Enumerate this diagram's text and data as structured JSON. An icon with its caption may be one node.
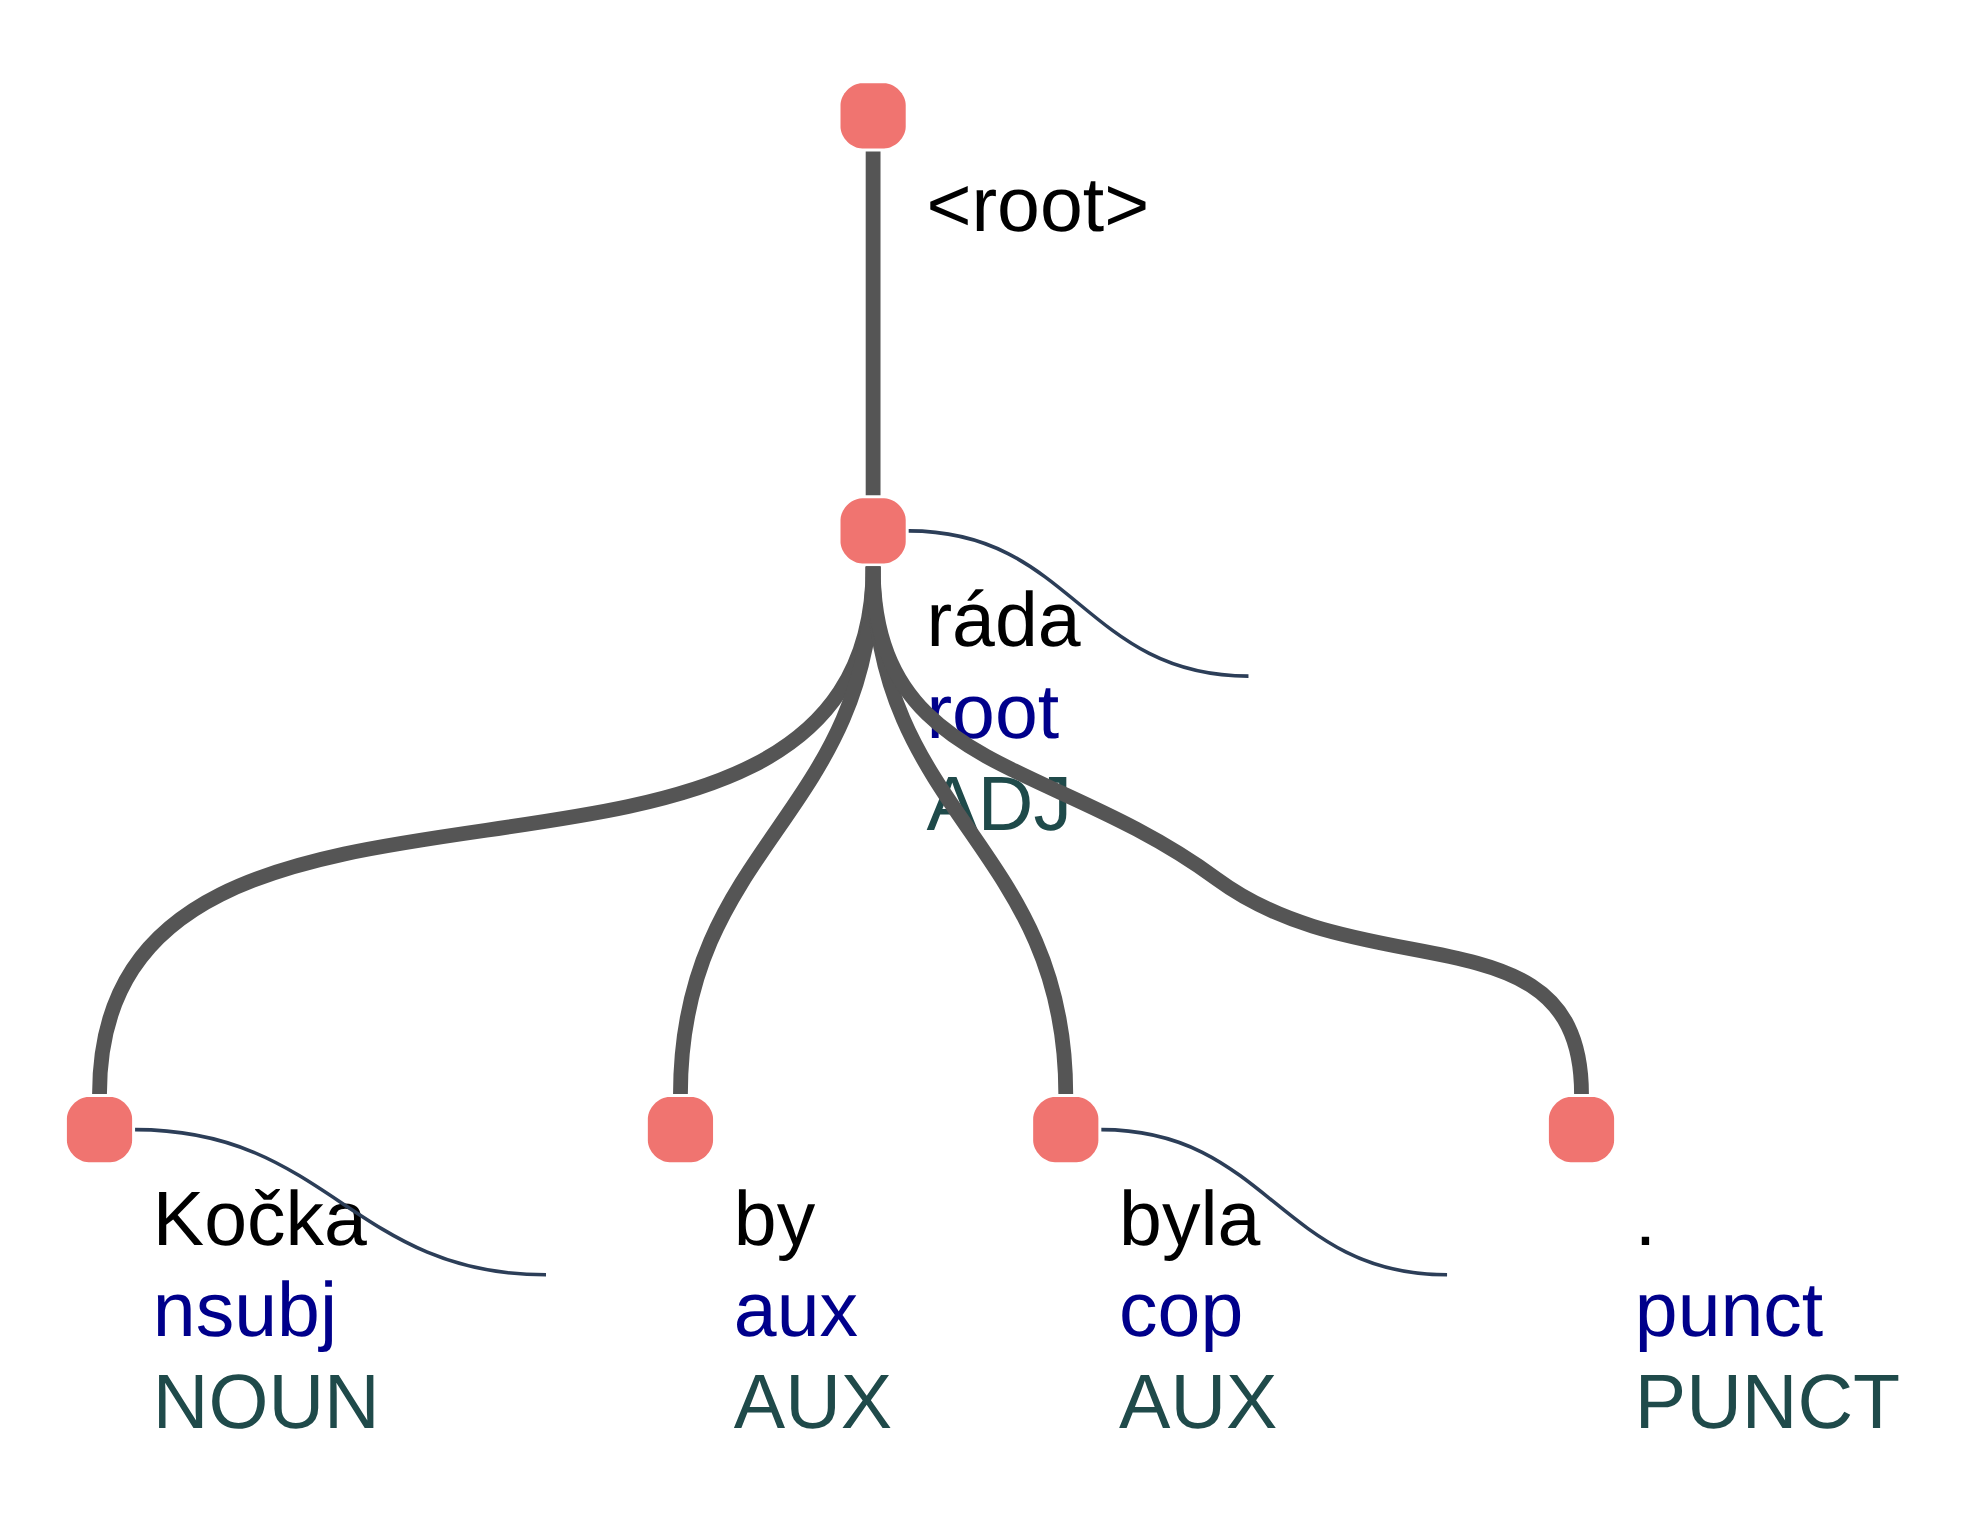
{
  "diagram": {
    "nodes": [
      {
        "text": [
          "<root>"
        ]
      },
      {
        "text": [
          "ráda",
          "root",
          "ADJ"
        ]
      },
      {
        "text": [
          "Kočka",
          "nsubj",
          "NOUN"
        ]
      },
      {
        "text": [
          "by",
          "aux",
          "AUX"
        ]
      },
      {
        "text": [
          "byla",
          "cop",
          "AUX"
        ]
      },
      {
        "text": [
          ".",
          "punct",
          "PUNCT"
        ]
      }
    ],
    "edges": [
      {
        "from": 0,
        "to": 1,
        "arrow": "none"
      },
      {
        "from": 1,
        "to": 2,
        "arrow": "none"
      },
      {
        "from": 1,
        "to": 3,
        "arrow": "none"
      },
      {
        "from": 1,
        "to": 4,
        "arrow": "none"
      },
      {
        "from": 1,
        "to": 5,
        "arrow": "none"
      },
      {
        "from": 2,
        "to": null,
        "arrow": "none",
        "color": "#2c3e58"
      },
      {
        "from": 1,
        "to": null,
        "arrow": "none",
        "color": "#2c3e58"
      },
      {
        "from": 4,
        "to": null,
        "arrow": "none",
        "color": "#2c3e58"
      }
    ]
  }
}
